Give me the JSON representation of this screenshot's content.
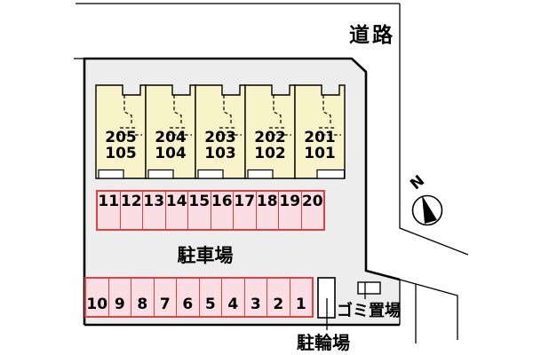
{
  "plan": {
    "road_label": "道路",
    "parking_lot_label": "駐車場",
    "bicycle_parking_label": "駐輪場",
    "garbage_area_label": "ゴミ置場",
    "compass_label": "N",
    "buildings": [
      {
        "upper": "205",
        "lower": "105"
      },
      {
        "upper": "204",
        "lower": "104"
      },
      {
        "upper": "203",
        "lower": "103"
      },
      {
        "upper": "202",
        "lower": "102"
      },
      {
        "upper": "201",
        "lower": "101"
      }
    ],
    "parking_row_north": [
      "11",
      "12",
      "13",
      "14",
      "15",
      "16",
      "17",
      "18",
      "19",
      "20"
    ],
    "parking_row_south": [
      "10",
      "9",
      "8",
      "7",
      "6",
      "5",
      "4",
      "3",
      "2",
      "1"
    ],
    "colors": {
      "property_fill": "#EDEDEE",
      "building_fill": "#F8F3C9",
      "parking_fill": "#FBDEE3",
      "parking_border": "#E04040",
      "line_color": "#000000"
    }
  }
}
